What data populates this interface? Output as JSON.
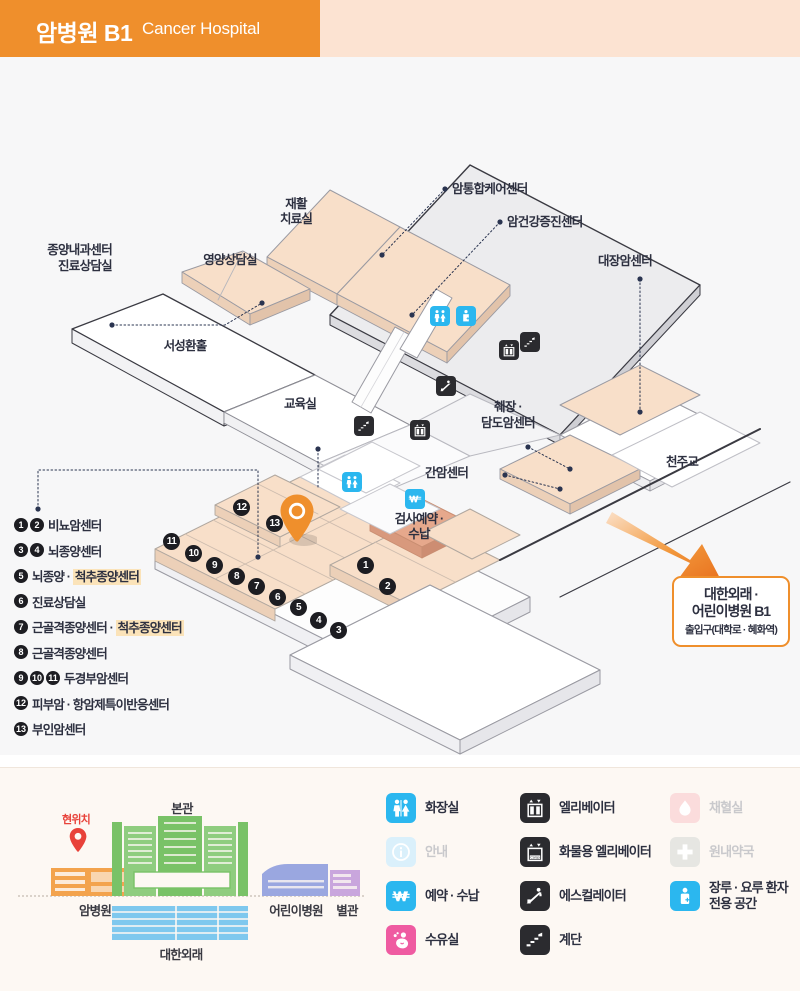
{
  "header": {
    "title": "암병원 B1",
    "subtitle": "Cancer Hospital",
    "bar_color": "#ef8f2c",
    "band_color": "#fce3d2"
  },
  "map": {
    "room_labels": [
      {
        "name": "rehab-therapy-room",
        "text": "재활\n치료실"
      },
      {
        "name": "nutrition-counseling-room",
        "text": "영양상담실"
      },
      {
        "name": "seosunghwan-hall",
        "text": "서성환홀"
      },
      {
        "name": "education-room",
        "text": "교육실"
      },
      {
        "name": "catholic-chapel",
        "text": "천주교"
      },
      {
        "name": "exam-reservation-payment",
        "text": "검사예약 ·\n수납"
      }
    ],
    "leader_labels": [
      {
        "name": "oncology-consult-room",
        "text": "종양내과센터\n진료상담실"
      },
      {
        "name": "cancer-integrative-care-center",
        "text": "암통합케어센터"
      },
      {
        "name": "cancer-health-promotion-center",
        "text": "암건강증진센터"
      },
      {
        "name": "colorectal-cancer-center",
        "text": "대장암센터"
      },
      {
        "name": "pancreas-biliary-cancer-center",
        "text": "췌장 ·\n담도암센터"
      },
      {
        "name": "liver-cancer-center",
        "text": "간암센터"
      }
    ],
    "room_numbers": [
      "1",
      "2",
      "3",
      "4",
      "5",
      "6",
      "7",
      "8",
      "9",
      "10",
      "11",
      "12",
      "13"
    ],
    "pin_color": "#ef8f2c",
    "room_fill": "#f8dfc9",
    "highlight_fill": "#e6a88c"
  },
  "legend_list": [
    {
      "nums": [
        "1",
        "2"
      ],
      "text": "비뇨암센터",
      "highlight": ""
    },
    {
      "nums": [
        "3",
        "4"
      ],
      "text": "뇌종양센터",
      "highlight": ""
    },
    {
      "nums": [
        "5"
      ],
      "text": "뇌종양 · ",
      "highlight": "척추종양센터"
    },
    {
      "nums": [
        "6"
      ],
      "text": "진료상담실",
      "highlight": ""
    },
    {
      "nums": [
        "7"
      ],
      "text": "근골격종양센터 · ",
      "highlight": "척추종양센터"
    },
    {
      "nums": [
        "8"
      ],
      "text": "근골격종양센터",
      "highlight": ""
    },
    {
      "nums": [
        "9",
        "10",
        "11"
      ],
      "text": "두경부암센터",
      "highlight": ""
    },
    {
      "nums": [
        "12"
      ],
      "text": "피부암 · 항암제특이반응센터",
      "highlight": ""
    },
    {
      "nums": [
        "13"
      ],
      "text": "부인암센터",
      "highlight": ""
    }
  ],
  "exit_callout": {
    "line1": "대한외래 ·",
    "line2": "어린이병원 B1",
    "line3": "출입구(대학로 · 혜화역)",
    "border_color": "#ef8f2c"
  },
  "campus": {
    "here_label": "현위치",
    "here_color": "#e8423a",
    "buildings": [
      {
        "name": "cancer-hospital",
        "label": "암병원",
        "color": "#f3a34d"
      },
      {
        "name": "main-building",
        "label": "본관",
        "color": "#79c267"
      },
      {
        "name": "daehan-outpatient",
        "label": "대한외래",
        "color": "#7ec8ee"
      },
      {
        "name": "childrens-hospital",
        "label": "어린이병원",
        "color": "#9aa7e0"
      },
      {
        "name": "annex-building",
        "label": "별관",
        "color": "#c9a6dd"
      }
    ]
  },
  "facilities": [
    {
      "name": "restroom",
      "label": "화장실",
      "icon": "restroom-icon",
      "style": "blue",
      "muted": false
    },
    {
      "name": "information",
      "label": "안내",
      "icon": "information-icon",
      "style": "pale-blue",
      "muted": true
    },
    {
      "name": "reservation-payment",
      "label": "예약 · 수납",
      "icon": "won-icon",
      "style": "blue",
      "muted": false
    },
    {
      "name": "nursing-room",
      "label": "수유실",
      "icon": "nursing-icon",
      "style": "pink",
      "muted": false
    },
    {
      "name": "elevator",
      "label": "엘리베이터",
      "icon": "elevator-icon",
      "style": "dark",
      "muted": false
    },
    {
      "name": "cargo-elevator",
      "label": "화물용 엘리베이터",
      "icon": "cargo-elevator-icon",
      "style": "dark",
      "muted": false
    },
    {
      "name": "escalator",
      "label": "에스컬레이터",
      "icon": "escalator-icon",
      "style": "dark",
      "muted": false
    },
    {
      "name": "stairs",
      "label": "계단",
      "icon": "stairs-icon",
      "style": "dark",
      "muted": false
    },
    {
      "name": "blood-collection",
      "label": "채혈실",
      "icon": "blood-drop-icon",
      "style": "pale-pink",
      "muted": true
    },
    {
      "name": "inhouse-pharmacy",
      "label": "원내약국",
      "icon": "pharmacy-cross-icon",
      "style": "pale-grey",
      "muted": true
    },
    {
      "name": "ostomy-space",
      "label": "장루 · 요루 환자\n전용 공간",
      "icon": "ostomy-icon",
      "style": "blue",
      "muted": false
    }
  ]
}
